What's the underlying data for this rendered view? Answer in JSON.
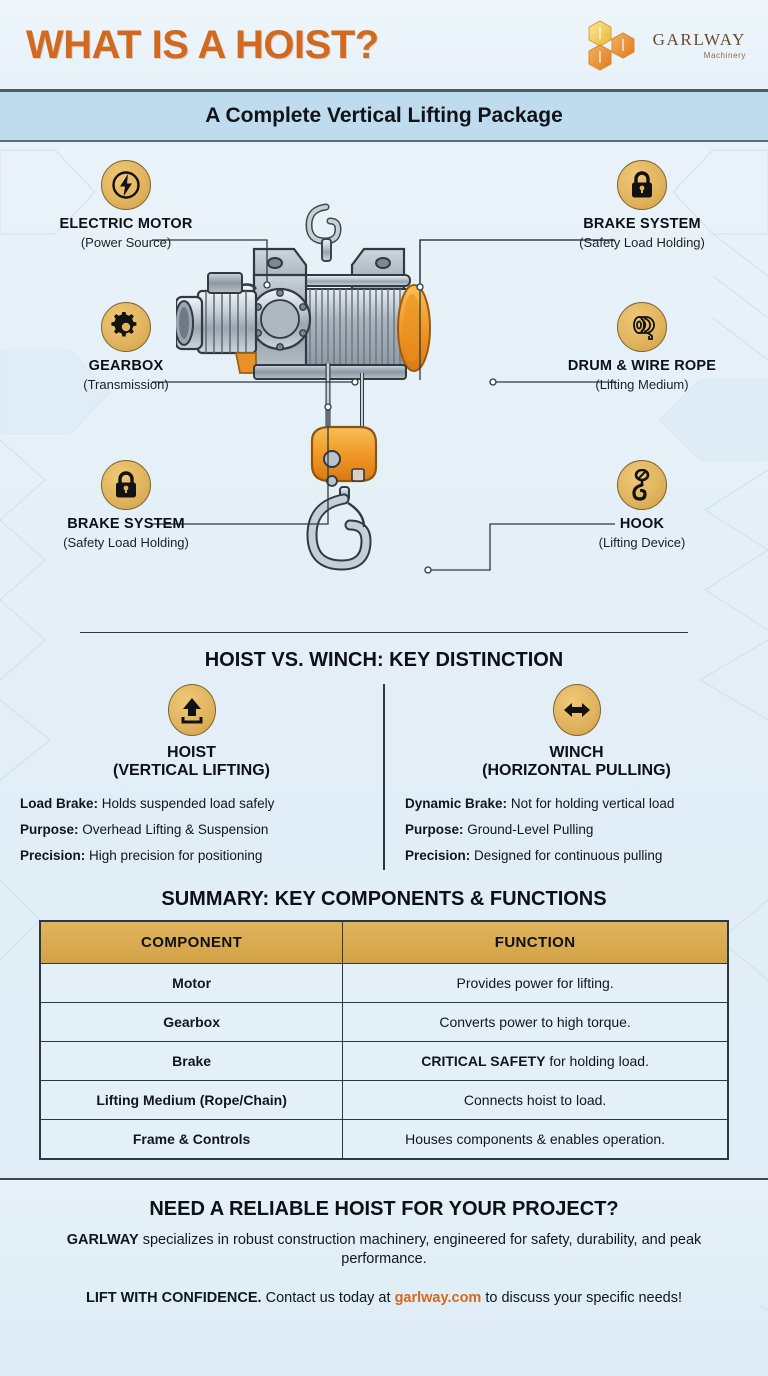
{
  "header": {
    "title": "WHAT IS A HOIST?",
    "logo_name": "GARLWAY",
    "logo_sub": "Machinery",
    "title_color": "#D2691E"
  },
  "subtitle": "A Complete Vertical Lifting Package",
  "diagram": {
    "callouts": [
      {
        "icon": "lightning-bolt-icon",
        "title": "ELECTRIC MOTOR",
        "sub": "(Power Source)",
        "side": "left"
      },
      {
        "icon": "gear-icon",
        "title": "GEARBOX",
        "sub": "(Transmission)",
        "side": "left"
      },
      {
        "icon": "lock-icon",
        "title": "BRAKE SYSTEM",
        "sub": "(Safety Load Holding)",
        "side": "left"
      },
      {
        "icon": "lock-icon",
        "title": "BRAKE SYSTEM",
        "sub": "(Safety Load Holding)",
        "side": "right"
      },
      {
        "icon": "rope-coil-icon",
        "title": "DRUM & WIRE ROPE",
        "sub": "(Lifting Medium)",
        "side": "right"
      },
      {
        "icon": "hook-icon",
        "title": "HOOK",
        "sub": "(Lifting Device)",
        "side": "right"
      }
    ]
  },
  "compare": {
    "title": "HOIST VS. WINCH: KEY DISTINCTION",
    "left": {
      "icon": "arrow-up-lift-icon",
      "name": "HOIST",
      "mode": "(VERTICAL LIFTING)",
      "rows": [
        {
          "label": "Load Brake:",
          "value": "Holds suspended load safely"
        },
        {
          "label": "Purpose:",
          "value": "Overhead Lifting & Suspension"
        },
        {
          "label": "Precision:",
          "value": "High precision for positioning"
        }
      ]
    },
    "right": {
      "icon": "arrow-horizontal-icon",
      "name": "WINCH",
      "mode": "(HORIZONTAL PULLING)",
      "rows": [
        {
          "label": "Dynamic Brake:",
          "value": "Not for holding vertical load"
        },
        {
          "label": "Purpose:",
          "value": "Ground-Level Pulling"
        },
        {
          "label": "Precision:",
          "value": "Designed for continuous pulling"
        }
      ]
    }
  },
  "summary": {
    "title": "SUMMARY: KEY COMPONENTS & FUNCTIONS",
    "headers": [
      "COMPONENT",
      "FUNCTION"
    ],
    "rows": [
      {
        "component": "Motor",
        "function_bold": "",
        "function": "Provides power for lifting."
      },
      {
        "component": "Gearbox",
        "function_bold": "",
        "function": "Converts power to high torque."
      },
      {
        "component": "Brake",
        "function_bold": "CRITICAL SAFETY",
        "function": " for holding load."
      },
      {
        "component": "Lifting Medium (Rope/Chain)",
        "function_bold": "",
        "function": "Connects hoist to load."
      },
      {
        "component": "Frame & Controls",
        "function_bold": "",
        "function": "Houses components & enables operation."
      }
    ],
    "header_color": "#D3A245"
  },
  "footer": {
    "title": "NEED A RELIABLE HOIST FOR YOUR PROJECT?",
    "brand": "GARLWAY",
    "body": " specializes in robust construction machinery, engineered for safety, durability, and peak performance.",
    "cta_bold": "LIFT WITH CONFIDENCE.",
    "cta_pre": " Contact us today at ",
    "cta_link": "garlway.com",
    "cta_post": " to discuss your specific needs!",
    "link_color": "#D2691E"
  }
}
